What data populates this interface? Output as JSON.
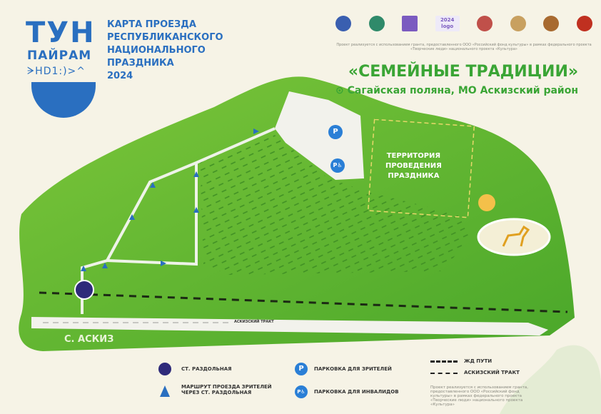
{
  "logo": {
    "line1": "ТУН",
    "line2": "ПАЙРАМ",
    "runes": "ᗒHD1:)>^"
  },
  "title": {
    "lines": [
      "КАРТА ПРОЕЗДА",
      "РЕСПУБЛИКАНСКОГО",
      "НАЦИОНАЛЬНОГО",
      "ПРАЗДНИКА",
      "2024"
    ]
  },
  "sponsors": [
    "gov-emblem",
    "logo-2",
    "logo-3",
    "2024 logo",
    "logo-5",
    "logo-6",
    "logo-7",
    "logo-8"
  ],
  "sponsor_note": "Проект реализуется с использованием гранта, предоставленного ООО «Российский фонд культуры» в рамках федерального проекта «Творческие люди» национального проекта «Культура»",
  "event_title": "«СЕМЕЙНЫЕ ТРАДИЦИИ»",
  "place": "Сагайская поляна, МО Аскизский район",
  "map": {
    "territory_label": [
      "ТЕРРИТОРИЯ",
      "ПРОВЕДЕНИЯ",
      "ПРАЗДНИКА"
    ],
    "road_label": "АСКИЗСКИЙ ТРАКТ",
    "village_label": "С. АСКИЗ",
    "parking_symbol": "P",
    "disabled_parking_symbol": "P♿"
  },
  "legend": {
    "station": "СТ. РАЗДОЛЬНАЯ",
    "route": [
      "МАРШРУТ ПРОЕЗДА ЗРИТЕЛЕЙ",
      "ЧЕРЕЗ СТ. РАЗДОЛЬНАЯ"
    ],
    "parking": "ПАРКОВКА ДЛЯ ЗРИТЕЛЕЙ",
    "parking_disabled": "ПАРКОВКА ДЛЯ ИНВАЛИДОВ",
    "railway": "ЖД ПУТИ",
    "road": "АСКИЗСКИЙ ТРАКТ",
    "note": "Проект реализуется с использованием гранта, предоставленного ООО «Российский фонд культуры» в рамках федерального проекта «Творческие люди» национального проекта «Культура»"
  },
  "colors": {
    "green": "#5cb82c",
    "blue": "#2a6fc0",
    "station": "#2e2a7a",
    "parking": "#2a7fd6",
    "text_green": "#3aa535"
  }
}
